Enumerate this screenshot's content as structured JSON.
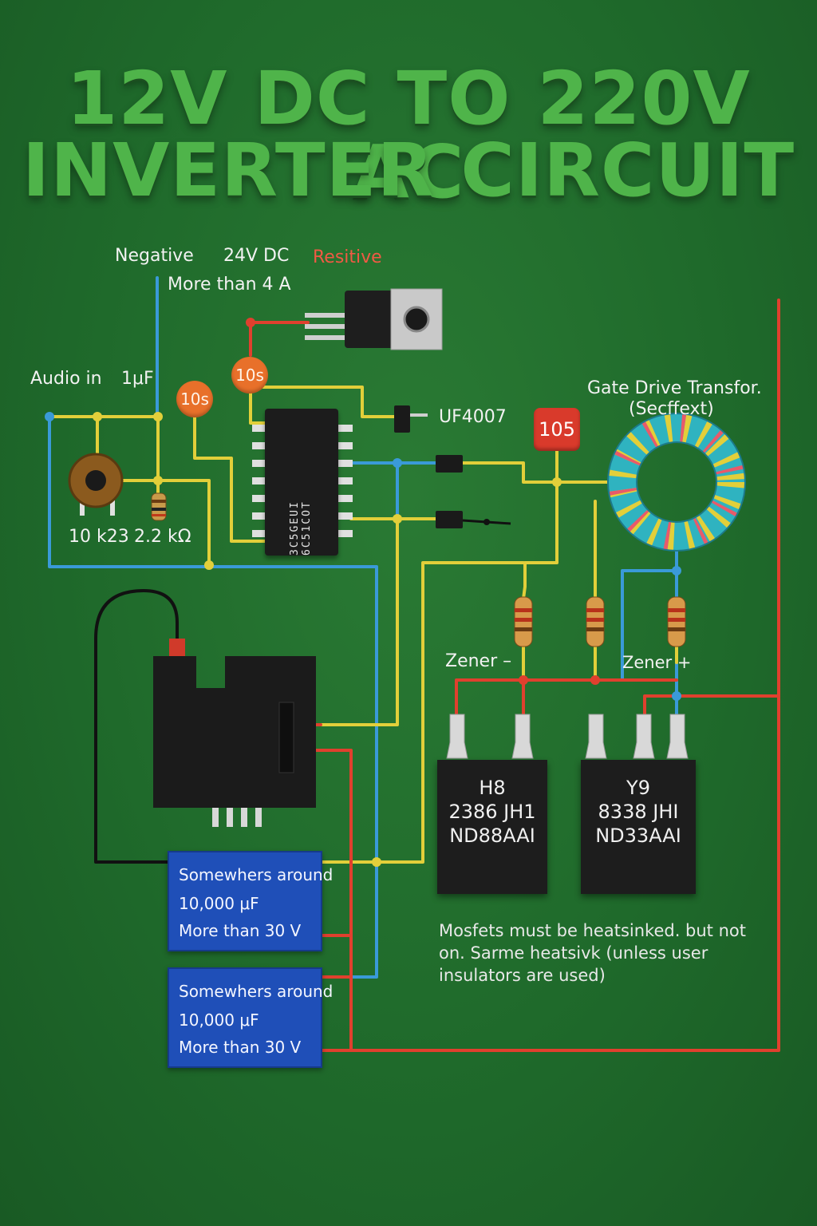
{
  "title": {
    "line1": "12V DC TO 220V AC",
    "line2": "INVERTER CIRCUIT"
  },
  "labels": {
    "negative": "Negative",
    "supply_voltage": "24V DC",
    "positive": "Resitive",
    "current": "More than 4 A",
    "audio_in": "Audio in",
    "cap_1uf": "1μF",
    "pot": "10 k23",
    "resistor": "2.2 kΩ",
    "diode": "UF4007",
    "gate_drive_line1": "Gate Drive Transfor.",
    "gate_drive_line2": "(Secffext)",
    "zener_minus": "Zener –",
    "zener_plus": "Zener +"
  },
  "badges": {
    "cap_a": "10s",
    "cap_b": "10s",
    "cap_105": "105"
  },
  "ic": {
    "marking": "3C5GEUI 6C51COT"
  },
  "mosfets": [
    {
      "line1": "H8",
      "line2": "2386 JH1",
      "line3": "ND88AAI"
    },
    {
      "line1": "Y9",
      "line2": "8338 JHI",
      "line3": "ND33AAI"
    }
  ],
  "capacitor_boxes": [
    {
      "line1": "Somewhers around",
      "line2": "10,000 μF",
      "line3": "More than 30 V"
    },
    {
      "line1": "Somewhers around",
      "line2": "10,000 μF",
      "line3": "More than 30 V"
    }
  ],
  "note": "Mosfets must be heatsinked. but not on. Sarme heatsivk (unless user insulators are used)",
  "colors": {
    "background": "#1f6a2b",
    "title": "#4fb44a",
    "wire_blue": "#3a9ad8",
    "wire_yellow": "#e2cf3a",
    "wire_red": "#e0402e",
    "capacitor_box": "#1f4fb8"
  }
}
